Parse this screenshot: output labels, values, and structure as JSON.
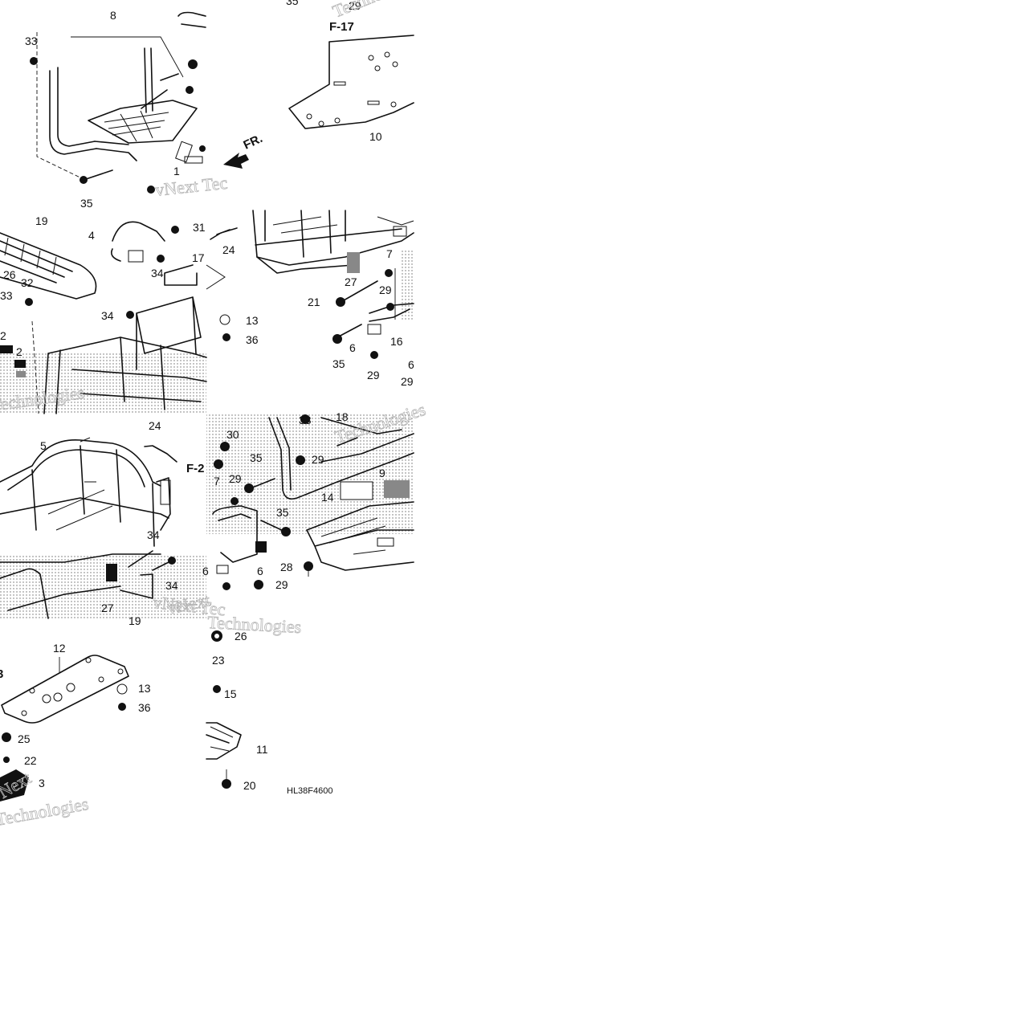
{
  "diagram": {
    "code": "HL38F4600",
    "watermark_brand": "vNext",
    "watermark_word": "Technologies",
    "watermark_phrase": "vNext Tec",
    "front_arrow": "FR.",
    "refs": {
      "f17": "F-17",
      "f2": "F-2",
      "f3": "3"
    },
    "callouts": {
      "t1": [
        "8",
        "33",
        "35",
        "1",
        "29",
        "10",
        "35"
      ],
      "t2": [
        "19",
        "26",
        "32",
        "33",
        "2",
        "2",
        "4",
        "31",
        "34",
        "17",
        "34",
        "13",
        "36"
      ],
      "t3": [
        "24",
        "7",
        "27",
        "29",
        "21",
        "16",
        "35",
        "6",
        "29",
        "6",
        "29"
      ],
      "t4": [
        "5",
        "24",
        "34",
        "27",
        "34",
        "19"
      ],
      "t5": [
        "33",
        "18",
        "30",
        "35",
        "29",
        "9",
        "7",
        "29",
        "14",
        "35",
        "6",
        "6",
        "28",
        "29"
      ],
      "t6": [
        "12",
        "13",
        "36",
        "25",
        "22",
        "3"
      ],
      "t7": [
        "26",
        "23",
        "15",
        "11",
        "20"
      ]
    }
  }
}
